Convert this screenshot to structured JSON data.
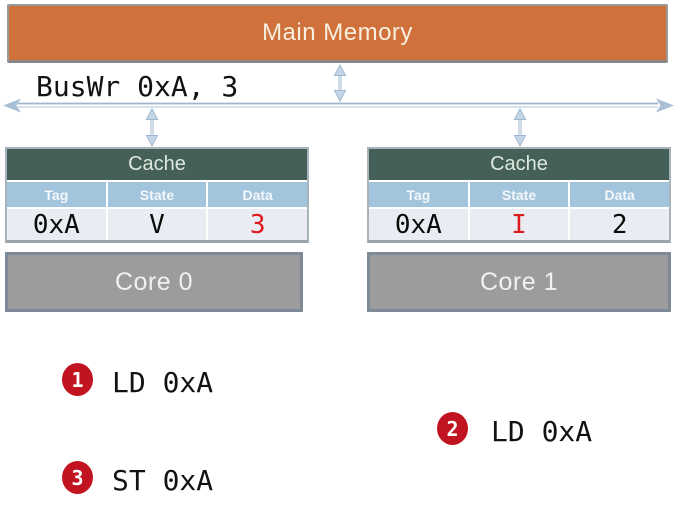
{
  "memory": {
    "label": "Main Memory"
  },
  "bus": {
    "label": "BusWr 0xA, 3"
  },
  "caches": [
    {
      "title": "Cache",
      "columns": [
        "Tag",
        "State",
        "Data"
      ],
      "row": {
        "tag": "0xA",
        "state": "V",
        "data": "3"
      },
      "highlighted_cell": "data"
    },
    {
      "title": "Cache",
      "columns": [
        "Tag",
        "State",
        "Data"
      ],
      "row": {
        "tag": "0xA",
        "state": "I",
        "data": "2"
      },
      "highlighted_cell": "state"
    }
  ],
  "cores": [
    {
      "label": "Core 0"
    },
    {
      "label": "Core 1"
    }
  ],
  "events": [
    {
      "num": "1",
      "label": "LD 0xA"
    },
    {
      "num": "2",
      "label": "LD 0xA"
    },
    {
      "num": "3",
      "label": "ST 0xA"
    }
  ],
  "colors": {
    "orange": "#D0703B",
    "green": "#456058",
    "headerBlue": "#A2C4DD",
    "rowBg": "#E9EDF3",
    "coreGray": "#9C9C9C",
    "coreBorder": "#7C8B97",
    "red": "#DE1A1F",
    "badgeRed": "#C21320",
    "busBlue": "#9FB7CF"
  }
}
